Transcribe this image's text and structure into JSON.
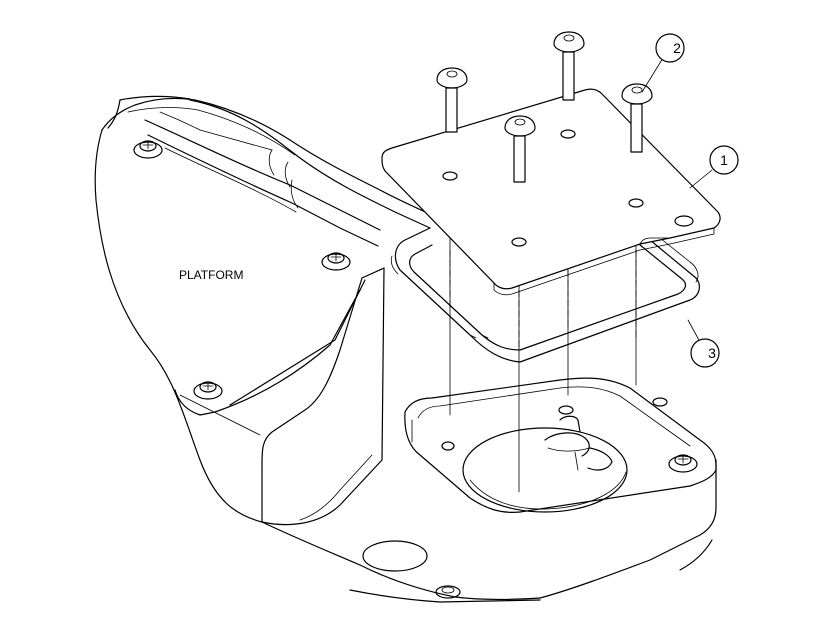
{
  "platform_label": "PLATFORM",
  "callouts": [
    {
      "id": "callout-1",
      "label": "1",
      "part": "plate"
    },
    {
      "id": "callout-2",
      "label": "2",
      "part": "screw"
    },
    {
      "id": "callout-3",
      "label": "3",
      "part": "guard-bracket"
    }
  ]
}
